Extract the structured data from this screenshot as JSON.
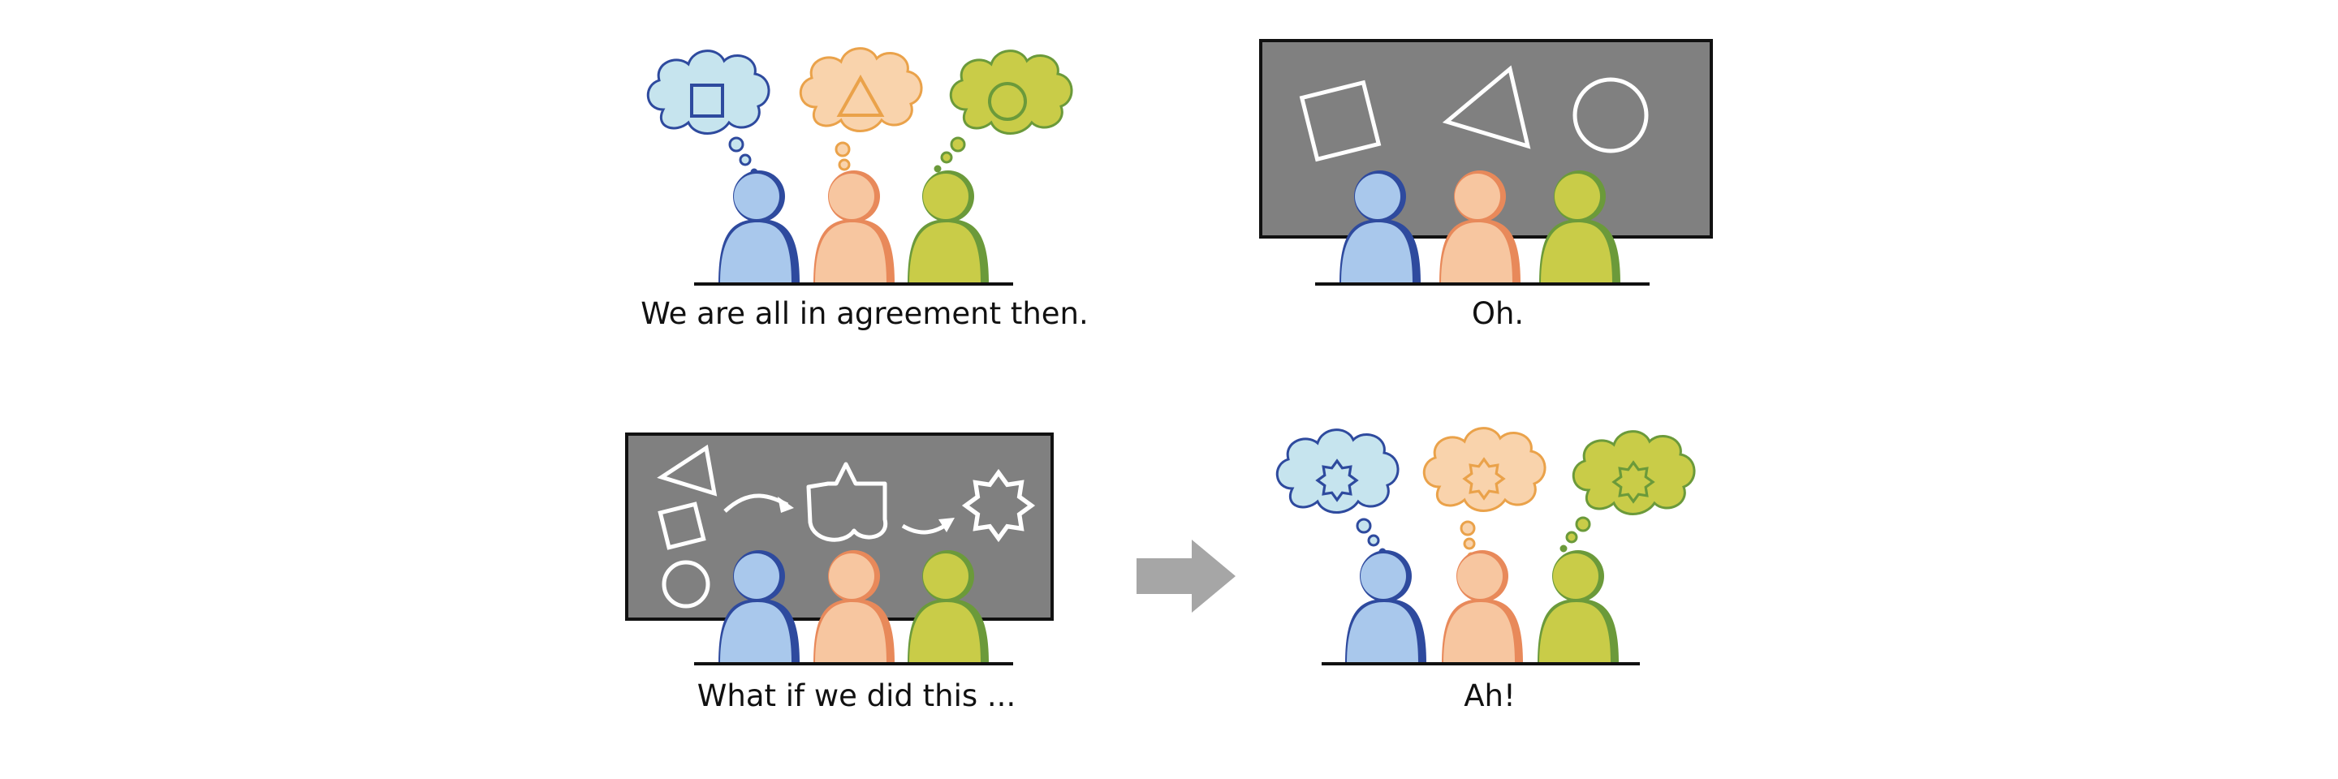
{
  "captions": {
    "panel1": "We are all in agreement then.",
    "panel2": "Oh.",
    "panel3": "What if we did this ...",
    "panel4": "Ah!"
  },
  "colors": {
    "blue_light": "#a9c8ec",
    "blue_dark": "#2e4a9e",
    "orange_light": "#f7c6a0",
    "orange_dark": "#e8895a",
    "green_light": "#c9cc48",
    "green_dark": "#6b9a3a",
    "board": "#808080",
    "arrow": "#a6a6a6"
  },
  "icons": {
    "thought_shapes": [
      "square-icon",
      "triangle-icon",
      "circle-icon"
    ],
    "merged_shape": "star-icon",
    "transition": "right-arrow-icon"
  }
}
